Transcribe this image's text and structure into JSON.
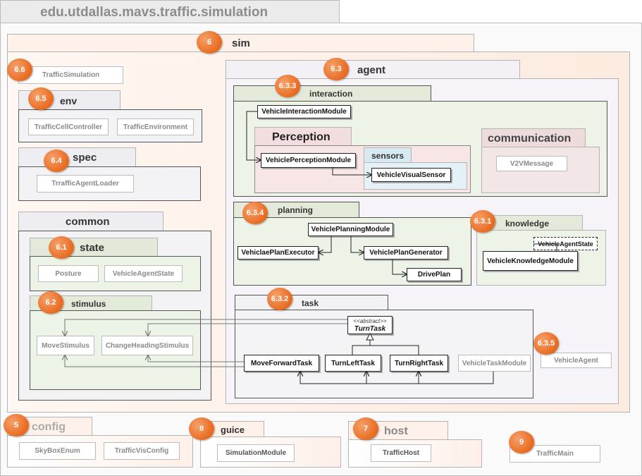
{
  "root_package": "edu.utdallas.mavs.traffic.simulation",
  "packages": {
    "sim": "sim",
    "env": "env",
    "spec": "spec",
    "common": "common",
    "state": "state",
    "stimulus": "stimulus",
    "agent": "agent",
    "interaction": "interaction",
    "perception": "Perception",
    "sensors": "sensors",
    "communication": "communication",
    "planning": "planning",
    "knowledge": "knowledge",
    "task": "task",
    "config": "config",
    "guice": "guice",
    "host": "host"
  },
  "classes": {
    "traffic_simulation": "TrafficSimulation",
    "traffic_cell_controller": "TrafficCellController",
    "traffic_environment": "TrafficEnvironment",
    "traffic_agent_loader": "TrrafficAgentLoader",
    "posture": "Posture",
    "vehicle_agent_state_common": "VehicleAgentState",
    "move_stimulus": "MoveStimulus",
    "change_heading_stimulus": "ChangeHeadingStimulus",
    "vehicle_interaction_module": "VehicleInteractionModule",
    "vehicle_perception_module": "VehiclePerceptionModule",
    "vehicle_visual_sensor": "VehicleVisualSensor",
    "v2v_message": "V2VMessage",
    "vehicle_planning_module": "VehiclePlanningModule",
    "vehicle_plan_executor": "VehiclaePlanExecutor",
    "vehicle_plan_generator": "VehiclePlanGenerator",
    "drive_plan": "DrivePlan",
    "vehicle_agent_state_knowledge": "VehicleAgentState",
    "vehicle_knowledge_module": "VehicleKnowledgeModule",
    "turn_task_stereotype": "<<abstract>>",
    "turn_task": "TurnTask",
    "move_forward_task": "MoveForwardTask",
    "turn_left_task": "TurnLeftTask",
    "turn_right_task": "TurnRightTask",
    "vehicle_task_module": "VehicleTaskModule",
    "vehicle_agent": "VehicleAgent",
    "sky_box_enum": "SkyBoxEnum",
    "traffic_vis_config": "TrafficVisConfig",
    "simulation_module": "SimulationModule",
    "traffic_host": "TrafficHost",
    "traffic_main": "TrafficMain"
  },
  "badges": {
    "sim": "6",
    "traffic_simulation": "6.6",
    "env": "6.5",
    "spec": "6.4",
    "state": "6.1",
    "stimulus": "6.2",
    "agent": "6.3",
    "interaction": "6.3.3",
    "planning": "6.3.4",
    "knowledge": "6.3.1",
    "task": "6.3.2",
    "vehicle_agent": "6.3.5",
    "config": "5",
    "guice": "8",
    "host": "7",
    "traffic_main": "9"
  },
  "colors": {
    "badge": "#e86a1f",
    "sim_fill": "#fdf1e9",
    "agent_fill": "#f3f1f6",
    "green_fill": "#eef3e7",
    "perception_fill": "#f8e5e5",
    "sensors_fill": "#e4f1f7",
    "communication_fill": "#f2e6e6"
  }
}
